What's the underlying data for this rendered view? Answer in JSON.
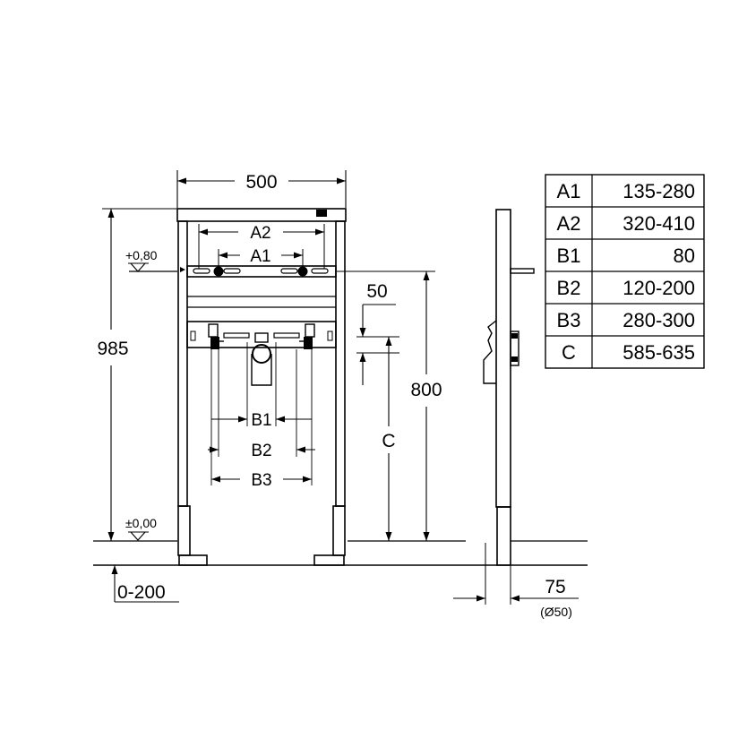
{
  "dimensions": {
    "width": "500",
    "height": "985",
    "fixing_height": "800",
    "offset": "50",
    "floor_range": "0-200",
    "depth": "75",
    "pipe_diameter": "(Ø50)"
  },
  "levels": {
    "upper": "+0,80",
    "floor": "±0,00"
  },
  "labels": {
    "a1": "A1",
    "a2": "A2",
    "b1": "B1",
    "b2": "B2",
    "b3": "B3",
    "c": "C"
  },
  "table": {
    "rows": [
      {
        "key": "A1",
        "value": "135-280"
      },
      {
        "key": "A2",
        "value": "320-410"
      },
      {
        "key": "B1",
        "value": "80"
      },
      {
        "key": "B2",
        "value": "120-200"
      },
      {
        "key": "B3",
        "value": "280-300"
      },
      {
        "key": "C",
        "value": "585-635"
      }
    ]
  }
}
